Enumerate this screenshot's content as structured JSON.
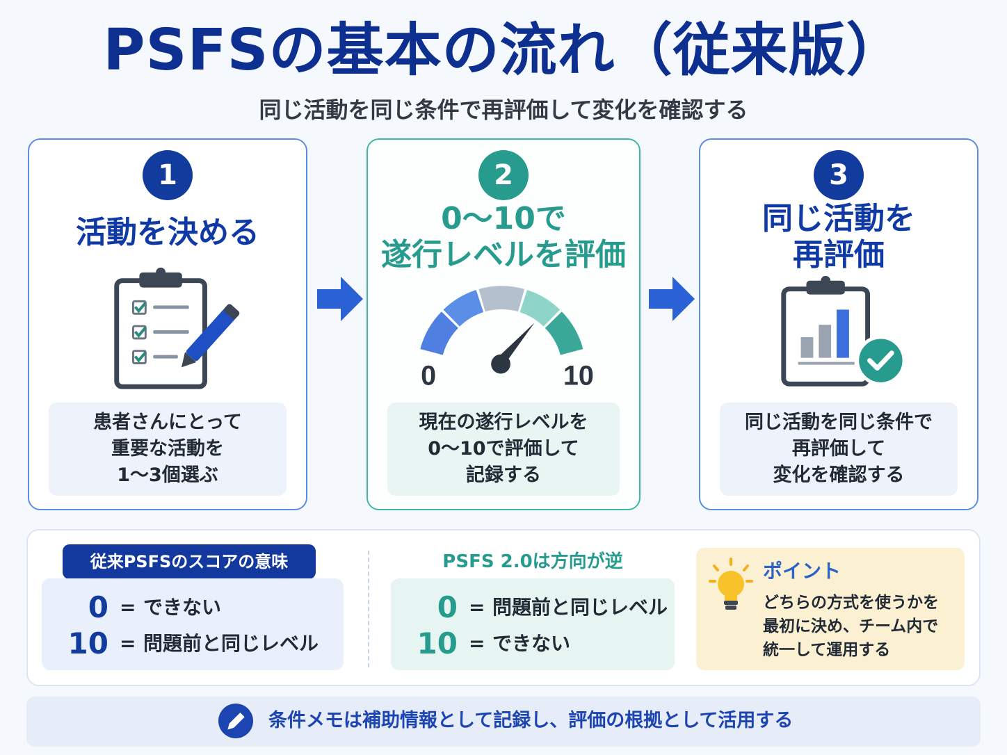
{
  "title": "PSFSの基本の流れ（従来版）",
  "subtitle": "同じ活動を同じ条件で再評価して変化を確認する",
  "steps": [
    {
      "number": "1",
      "title_lines": [
        "活動を決める"
      ],
      "desc_lines": [
        "患者さんにとって",
        "重要な活動を",
        "1〜3個選ぶ"
      ],
      "icon": "clipboard-checklist-pen-icon"
    },
    {
      "number": "2",
      "title_lines": [
        "0〜10で",
        "遂行レベルを評価"
      ],
      "desc_lines": [
        "現在の遂行レベルを",
        "0〜10で評価して",
        "記録する"
      ],
      "icon": "gauge-icon",
      "gauge": {
        "min_label": "0",
        "max_label": "10"
      }
    },
    {
      "number": "3",
      "title_lines": [
        "同じ活動を",
        "再評価"
      ],
      "desc_lines": [
        "同じ活動を同じ条件で",
        "再評価して",
        "変化を確認する"
      ],
      "icon": "clipboard-bar-chart-check-icon"
    }
  ],
  "traditional": {
    "heading": "従来PSFSのスコアの意味",
    "rows": [
      {
        "score": "0",
        "eq": "=",
        "meaning": "できない"
      },
      {
        "score": "10",
        "eq": "=",
        "meaning": "問題前と同じレベル"
      }
    ]
  },
  "psfs2": {
    "heading": "PSFS 2.0は方向が逆",
    "rows": [
      {
        "score": "0",
        "eq": "=",
        "meaning": "問題前と同じレベル"
      },
      {
        "score": "10",
        "eq": "=",
        "meaning": "できない"
      }
    ]
  },
  "point": {
    "title": "ポイント",
    "lines": [
      "どちらの方式を使うかを",
      "最初に決め、チーム内で",
      "統一して運用する"
    ],
    "icon": "lightbulb-icon"
  },
  "memo": {
    "text": "条件メモは補助情報として記録し、評価の根拠として活用する",
    "icon": "pencil-icon"
  },
  "colors": {
    "navy": "#0d2f8f",
    "blue": "#123b9e",
    "teal": "#279c8e",
    "arrow": "#2a62d6",
    "point_bg": "#fbf1d2"
  }
}
